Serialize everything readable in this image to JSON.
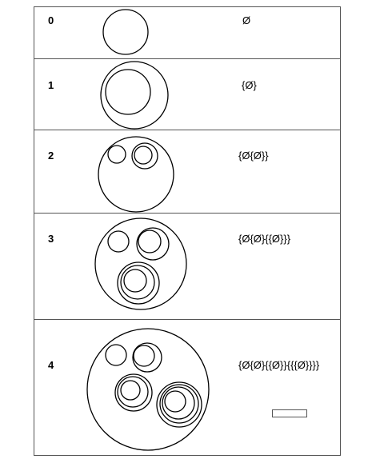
{
  "rows": [
    {
      "number": "0",
      "set": "Ø"
    },
    {
      "number": "1",
      "set": "{Ø}"
    },
    {
      "number": "2",
      "set": "{Ø{Ø}}"
    },
    {
      "number": "3",
      "set": "{Ø{Ø}{{Ø}}}"
    },
    {
      "number": "4",
      "set": "{Ø{Ø}{{Ø}}{{{Ø}}}}"
    }
  ]
}
